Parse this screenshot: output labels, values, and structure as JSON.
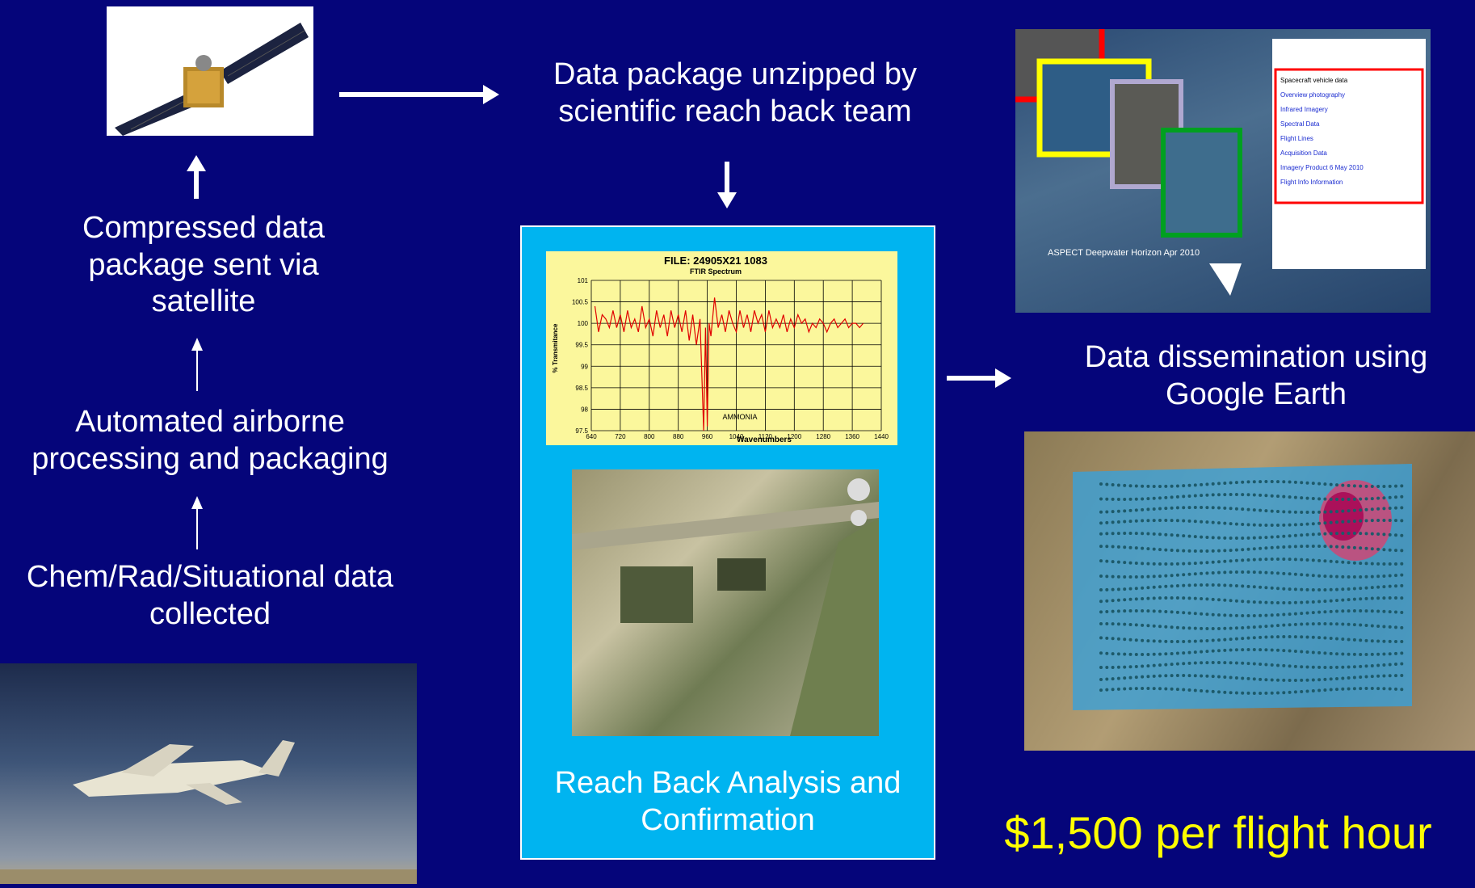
{
  "steps": {
    "collected": "Chem/Rad/Situational data collected",
    "processing": "Automated airborne processing and packaging",
    "sent": "Compressed data package sent via satellite",
    "unzipped": "Data package unzipped by scientific reach back team",
    "analysis": "Reach Back Analysis and Confirmation",
    "dissemination": "Data dissemination using Google Earth"
  },
  "price": "$1,500 per flight hour",
  "spectrum_chart": {
    "title": "FILE: 24905X21  1083",
    "subtitle": "FTIR Spectrum",
    "ylabel": "% Transmitance",
    "xlabel": "Wavenumbers",
    "annotation": "AMMONIA",
    "x_ticks": [
      "640",
      "720",
      "800",
      "880",
      "960",
      "1040",
      "1120",
      "1200",
      "1280",
      "1360",
      "1440"
    ],
    "y_ticks": [
      "101",
      "100.5",
      "100",
      "99.5",
      "99",
      "98.5",
      "98",
      "97.5"
    ]
  },
  "chart_data": {
    "type": "line",
    "title": "FILE: 24905X21  1083",
    "subtitle": "FTIR Spectrum",
    "xlabel": "Wavenumbers",
    "ylabel": "% Transmitance",
    "xlim": [
      640,
      1440
    ],
    "ylim": [
      97.5,
      101
    ],
    "grid": true,
    "annotation": "AMMONIA",
    "x": [
      650,
      660,
      670,
      680,
      690,
      700,
      710,
      720,
      730,
      740,
      750,
      760,
      770,
      780,
      790,
      800,
      810,
      820,
      830,
      840,
      850,
      860,
      870,
      880,
      890,
      900,
      910,
      920,
      930,
      940,
      950,
      955,
      960,
      965,
      970,
      980,
      990,
      1000,
      1010,
      1020,
      1030,
      1040,
      1050,
      1060,
      1070,
      1080,
      1090,
      1100,
      1110,
      1120,
      1130,
      1140,
      1150,
      1160,
      1170,
      1180,
      1190,
      1200,
      1210,
      1220,
      1230,
      1240,
      1250,
      1260,
      1270,
      1280,
      1290,
      1300,
      1310,
      1320,
      1330,
      1340,
      1350,
      1360,
      1370,
      1380,
      1390
    ],
    "y": [
      100.4,
      99.8,
      100.2,
      100.1,
      99.9,
      100.3,
      99.9,
      100.2,
      99.8,
      100.3,
      99.9,
      100.1,
      99.8,
      100.4,
      99.9,
      100.1,
      99.7,
      100.3,
      99.9,
      100.2,
      99.7,
      100.3,
      99.9,
      100.2,
      99.8,
      100.3,
      99.6,
      100.2,
      99.5,
      100.1,
      97.5,
      99.9,
      97.6,
      100.0,
      99.7,
      100.6,
      99.9,
      100.2,
      99.8,
      100.3,
      100.0,
      99.8,
      100.3,
      99.9,
      100.2,
      99.8,
      100.3,
      100.0,
      100.2,
      99.8,
      100.3,
      99.9,
      100.1,
      99.9,
      100.2,
      99.8,
      100.1,
      99.9,
      100.2,
      100.0,
      100.1,
      99.8,
      100.0,
      99.9,
      100.1,
      100.0,
      99.8,
      100.0,
      100.1,
      99.9,
      100.0,
      100.1,
      99.9,
      100.0,
      100.0,
      99.9,
      100.0
    ],
    "series_color": "#e00000"
  },
  "images": {
    "satellite": "satellite",
    "aircraft": "aircraft",
    "aerial_map": "aerial",
    "google_earth": "google-earth",
    "heatmap_overlay": "heatmap"
  },
  "ge_caption": "ASPECT Deepwater Horizon Apr 2010",
  "ge_list": [
    "Spacecraft vehicle data",
    "Overview photography",
    "Infrared Imagery",
    "Spectral Data",
    "Flight Lines",
    "Acquisition Data",
    "Imagery Product 6 May 2010",
    "Flight Info Information"
  ]
}
